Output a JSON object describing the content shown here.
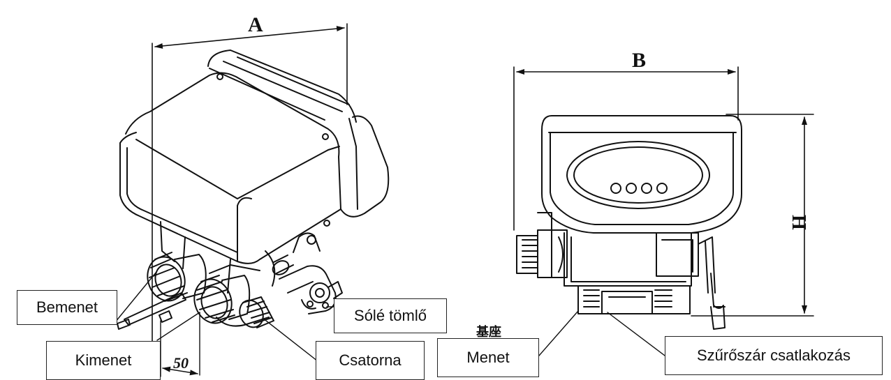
{
  "dimensions": {
    "a": "A",
    "b": "B",
    "h": "H",
    "fifty": "50"
  },
  "labels": {
    "bemenet": "Bemenet",
    "kimenet": "Kimenet",
    "sole_tomlo": "Sólé tömlő",
    "csatorna": "Csatorna",
    "menet": "Menet",
    "szuroszar": "Szűrőszár csatlakozás"
  },
  "base_text": "基座"
}
